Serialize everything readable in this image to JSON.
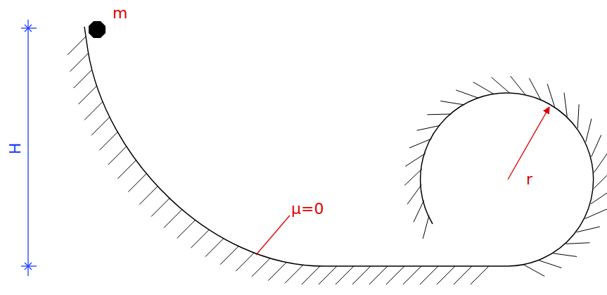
{
  "diagram": {
    "labels": [
      "m",
      "H",
      "μ=0",
      "r"
    ]
  }
}
